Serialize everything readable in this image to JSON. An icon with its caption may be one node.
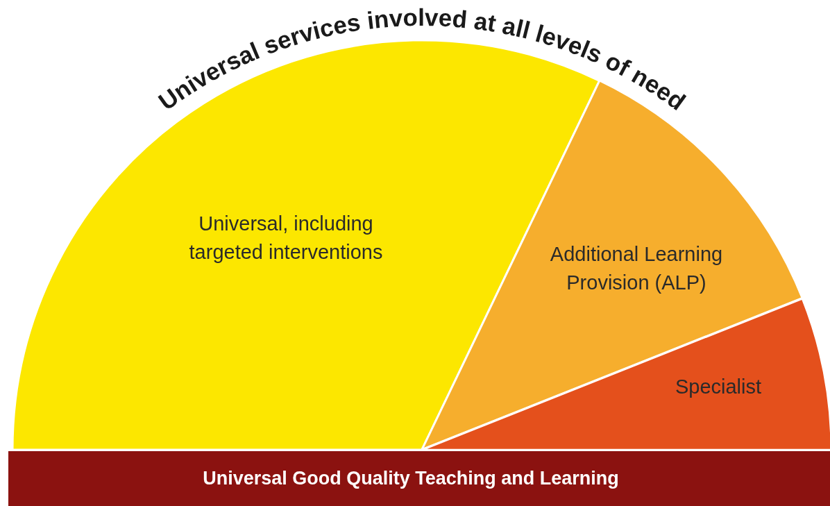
{
  "diagram": {
    "title": "Universal services involved at all levels of need",
    "nodes": [
      {
        "text": [
          "Universal, including targeted interventions"
        ]
      },
      {
        "text": [
          "Additional Learning Provision (ALP)"
        ]
      },
      {
        "text": [
          "Specialist"
        ]
      },
      {
        "text": [
          "Universal Good Quality Teaching and Learning"
        ]
      }
    ]
  }
}
